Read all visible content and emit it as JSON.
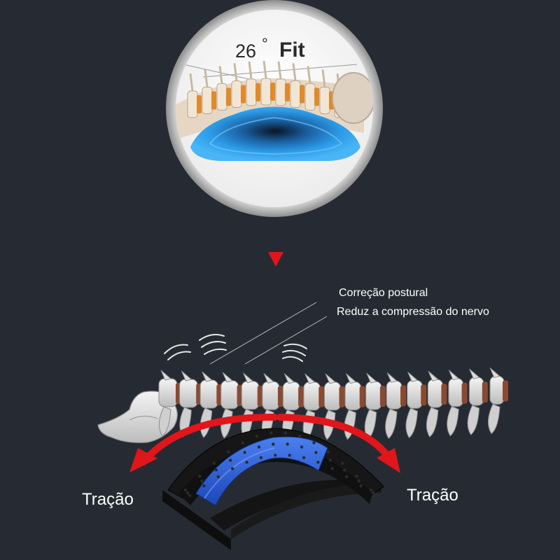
{
  "inset": {
    "angle_number": "26",
    "angle_degree": "°",
    "fit_word": "Fit"
  },
  "callouts": {
    "posture": "Correção postural",
    "nerve": "Reduz a compressão do nervo"
  },
  "traction": {
    "left": "Tração",
    "right": "Tração"
  },
  "colors": {
    "background": "#262b33",
    "arrow": "#e0161b",
    "pad_blue": "#2f63d8",
    "stretcher": "#151515"
  }
}
